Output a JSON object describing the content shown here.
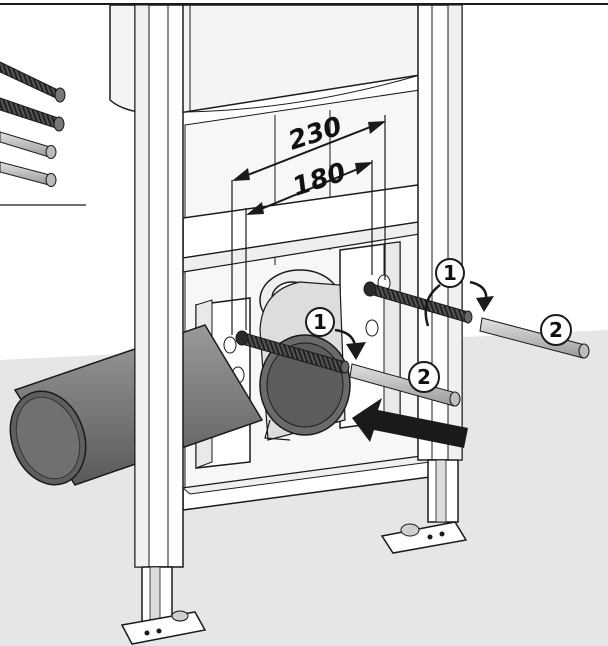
{
  "dimensions": {
    "outer": "230",
    "inner": "180"
  },
  "callouts": {
    "step_one": "1",
    "step_two": "2"
  },
  "colors": {
    "floor": "#e6e6e6",
    "frame_fill": "#ffffff",
    "outline": "#1a1a1a",
    "tank": "#f2f2f2",
    "pipe_dark": "#6e6e6e",
    "pipe_mid": "#8a8a8a",
    "rod_light": "#c8c8c8"
  },
  "icons": {
    "push_direction": "arrow-left-icon",
    "rotate_direction": "rotate-arrow-icon"
  }
}
